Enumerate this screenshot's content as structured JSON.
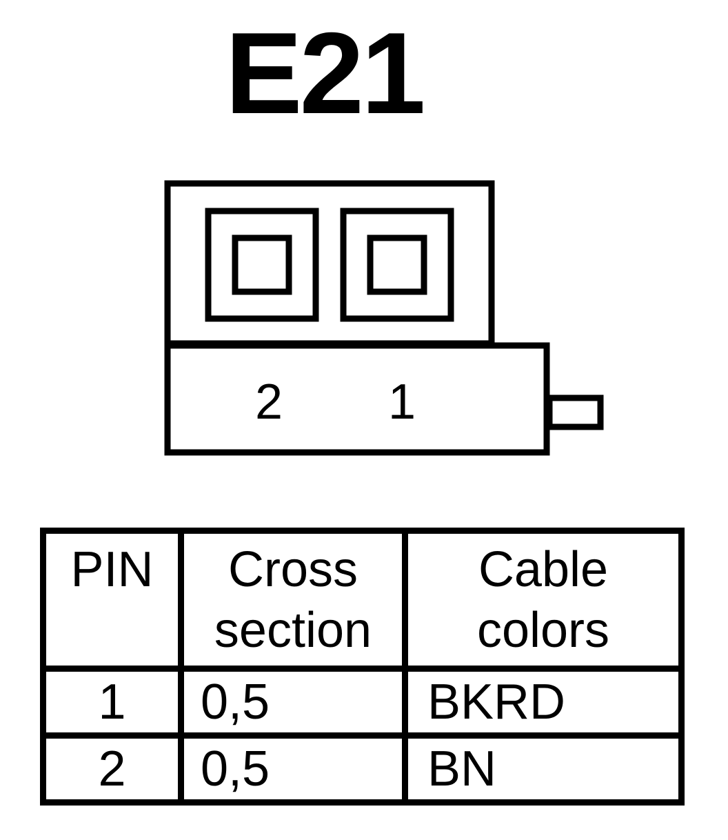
{
  "connector": {
    "name": "E21",
    "pin_labels": [
      "2",
      "1"
    ]
  },
  "table": {
    "headers": {
      "pin": "PIN",
      "cross_section": [
        "Cross",
        "section"
      ],
      "cable_colors": [
        "Cable",
        "colors"
      ]
    },
    "rows": [
      {
        "pin": "1",
        "cross_section": "0,5",
        "cable_colors": "BKRD"
      },
      {
        "pin": "2",
        "cross_section": "0,5",
        "cable_colors": "BN"
      }
    ]
  }
}
